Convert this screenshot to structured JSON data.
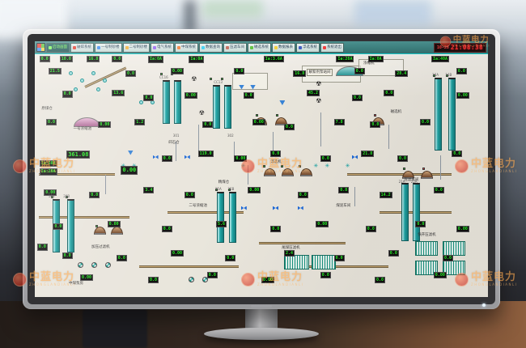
{
  "palette": {
    "readout_green": "#1ef51e",
    "toolbar_teal": "#2a6d6b",
    "clock_red": "#ff2a2a",
    "screen_bg": "#e9e6dc",
    "tank_teal": "#17a3a3",
    "watermark_orange": "#ffa84a"
  },
  "glyphs": {
    "trefoil": "☢",
    "star": "✳"
  },
  "watermark": {
    "text": "中蓝电力",
    "subtext": "ZHONGLANDIANLI",
    "positions": [
      [
        16,
        196,
        1
      ],
      [
        298,
        196,
        1
      ],
      [
        562,
        196,
        1
      ],
      [
        16,
        336,
        1
      ],
      [
        298,
        336,
        1
      ],
      [
        562,
        336,
        1
      ],
      [
        536,
        42,
        0.8
      ]
    ]
  },
  "toolbar": {
    "buttons": [
      {
        "label": "启动画面",
        "icon": "#7cfc5a",
        "active": true
      },
      {
        "label": "破碎系统",
        "icon": "#e23b2e",
        "active": false
      },
      {
        "label": "一号制砂楼",
        "icon": "#3b8ef2",
        "active": false
      },
      {
        "label": "二号制砂楼",
        "icon": "#f2b23b",
        "active": false
      },
      {
        "label": "电气系统",
        "icon": "#9a6af2",
        "active": false
      },
      {
        "label": "中煤系统",
        "icon": "#f2823b",
        "active": false
      },
      {
        "label": "数据查询",
        "icon": "#3bd0f2",
        "active": false
      },
      {
        "label": "压滤车间",
        "icon": "#c26a5a",
        "active": false
      },
      {
        "label": "磁选系统",
        "icon": "#5ac23b",
        "active": false
      },
      {
        "label": "数据报表",
        "icon": "#f2d03b",
        "active": false
      },
      {
        "label": "浮选系统",
        "icon": "#3b5ac2",
        "active": false
      },
      {
        "label": "系统退出",
        "icon": "#f23b3b",
        "active": false
      }
    ],
    "clock": {
      "date": "10-28",
      "time": "21:08:38"
    }
  },
  "scada": {
    "readouts": [
      [
        1,
        0.5,
        "0.0"
      ],
      [
        5.5,
        0.5,
        "10.0"
      ],
      [
        11.5,
        0.5,
        "16.8"
      ],
      [
        17,
        0.5,
        "0.0"
      ],
      [
        25,
        0.8,
        "Ia:0A"
      ],
      [
        34,
        0.8,
        "Ia:0A"
      ],
      [
        50.5,
        0.5,
        "Ia:3.6A"
      ],
      [
        66.5,
        0.5,
        "Ia:28A"
      ],
      [
        73.5,
        0.5,
        "Ia:0A"
      ],
      [
        87.5,
        0.5,
        "Ia:40A"
      ],
      [
        3,
        5.5,
        "21.5"
      ],
      [
        20,
        6.5,
        "0.0"
      ],
      [
        30,
        5.5,
        "0.00"
      ],
      [
        44,
        5.5,
        "0.0"
      ],
      [
        57,
        6.5,
        "16.8"
      ],
      [
        70.5,
        5.5,
        "0.0"
      ],
      [
        79.5,
        6.5,
        "28.4"
      ],
      [
        93,
        5.5,
        "0.0"
      ],
      [
        6,
        15,
        "0.0"
      ],
      [
        17,
        14.5,
        "13.6"
      ],
      [
        24,
        16.5,
        "0.0"
      ],
      [
        33,
        15.5,
        "0.00"
      ],
      [
        46,
        15.5,
        "0.0"
      ],
      [
        60,
        14.5,
        "45.2"
      ],
      [
        70,
        16.5,
        "0.0"
      ],
      [
        77,
        14.5,
        "0.0"
      ],
      [
        93,
        15.5,
        "0.00"
      ],
      [
        2.5,
        26.5,
        "0.0"
      ],
      [
        14,
        27.5,
        "0.00"
      ],
      [
        22,
        26.5,
        "1.2"
      ],
      [
        37,
        27.5,
        "0.0"
      ],
      [
        48,
        26.5,
        "0.00"
      ],
      [
        55,
        28.5,
        "0.0"
      ],
      [
        66,
        26.5,
        "7.8"
      ],
      [
        74,
        27.5,
        "0.0"
      ],
      [
        85,
        26.5,
        "0.0"
      ],
      [
        1,
        43.5,
        "Ia:38A"
      ],
      [
        1,
        47,
        "Ia:20A"
      ],
      [
        28,
        41.5,
        "0.0"
      ],
      [
        36,
        39.5,
        "119.0"
      ],
      [
        44,
        41.5,
        "0.00"
      ],
      [
        52,
        39.5,
        "0.0"
      ],
      [
        63,
        41.5,
        "0.0"
      ],
      [
        72,
        39.5,
        "21.8"
      ],
      [
        80,
        41.5,
        "0.0"
      ],
      [
        92,
        39.5,
        "0.0"
      ],
      [
        2,
        55.5,
        "0.00"
      ],
      [
        12,
        56.5,
        "0.0"
      ],
      [
        24,
        54.5,
        "3.4"
      ],
      [
        33,
        56.5,
        "0.0"
      ],
      [
        47,
        54.5,
        "0.00"
      ],
      [
        58,
        56.5,
        "0.0"
      ],
      [
        67,
        54.5,
        "0.0"
      ],
      [
        76,
        56.5,
        "14.2"
      ],
      [
        88,
        54.5,
        "0.0"
      ],
      [
        4,
        69.5,
        "0.0"
      ],
      [
        16,
        68.5,
        "0.00"
      ],
      [
        28,
        70.5,
        "0.0"
      ],
      [
        40,
        68.5,
        "5.6"
      ],
      [
        52,
        70.5,
        "0.0"
      ],
      [
        62,
        68.5,
        "0.00"
      ],
      [
        73,
        70.5,
        "0.0"
      ],
      [
        84,
        68.5,
        "0.0"
      ],
      [
        93,
        70.5,
        "0.00"
      ],
      [
        0.5,
        78,
        "0.0"
      ],
      [
        6,
        81.5,
        "0.0"
      ],
      [
        18,
        82.5,
        "0.0"
      ],
      [
        30,
        80.5,
        "0.00"
      ],
      [
        42,
        82.5,
        "0.0"
      ],
      [
        55,
        80.5,
        "2.4"
      ],
      [
        66,
        82.5,
        "0.0"
      ],
      [
        78,
        80.5,
        "0.0"
      ],
      [
        90,
        82.5,
        "0.0"
      ],
      [
        10,
        90.5,
        "0.00"
      ],
      [
        25,
        91.5,
        "0.0"
      ],
      [
        38,
        89.5,
        "0.0"
      ],
      [
        50,
        91.5,
        "0.00"
      ],
      [
        63,
        89.5,
        "0.0"
      ],
      [
        75,
        91.5,
        "0.0"
      ],
      [
        88,
        89.5,
        "0.00"
      ]
    ],
    "readouts_lg": [
      [
        7,
        39.5,
        "361.08"
      ],
      [
        19,
        46,
        "0.00"
      ]
    ],
    "labels": [
      [
        60,
        6,
        "解絮剂泵站间",
        1
      ],
      [
        72.5,
        3,
        "浓缩机",
        0
      ],
      [
        8.5,
        30,
        "一号浓缩池",
        0
      ],
      [
        52,
        43.5,
        "浮选机",
        0
      ],
      [
        78.5,
        23,
        "磁选机",
        0
      ],
      [
        81.5,
        51,
        "压滤车间",
        0
      ],
      [
        12.5,
        78.5,
        "加压过滤机",
        0
      ],
      [
        84.5,
        73.5,
        "快开压滤机",
        0
      ],
      [
        54.5,
        79,
        "尾煤压滤机",
        0
      ],
      [
        7.5,
        93.5,
        "中煤泵房",
        0
      ],
      [
        40.5,
        52,
        "精煤仓",
        0
      ],
      [
        29.5,
        35.5,
        "矸石仓",
        0
      ],
      [
        1.5,
        21.5,
        "原煤仓",
        0
      ],
      [
        34,
        61.5,
        "二号浓缩池",
        0
      ],
      [
        66.5,
        61.5,
        "煤泥车间",
        0
      ]
    ],
    "codes": [
      [
        27.5,
        8.5,
        "CC16"
      ],
      [
        39.5,
        10.5,
        "CC13"
      ],
      [
        30.5,
        32.5,
        "301"
      ],
      [
        42.5,
        32.5,
        "302"
      ],
      [
        3,
        57.5,
        "10A"
      ],
      [
        6.3,
        57.5,
        "20B"
      ],
      [
        87.7,
        7.5,
        "16A"
      ],
      [
        90.6,
        7.5,
        "16B"
      ],
      [
        80.3,
        51.5,
        "21A"
      ],
      [
        83,
        51.5,
        "22A"
      ],
      [
        39.8,
        54.5,
        "25A"
      ],
      [
        42.6,
        54.5,
        "25B"
      ]
    ],
    "tanks": [
      [
        28.3,
        10.5,
        18
      ],
      [
        30.7,
        10.5,
        18
      ],
      [
        39.2,
        12.5,
        18
      ],
      [
        41.7,
        12.5,
        18
      ],
      [
        88.3,
        9.5,
        30
      ],
      [
        91.2,
        9.5,
        30
      ],
      [
        80.9,
        53,
        24
      ],
      [
        83.4,
        53,
        24
      ],
      [
        3.9,
        59.5,
        22
      ],
      [
        7.1,
        59.5,
        22
      ],
      [
        40.1,
        56.5,
        21
      ],
      [
        42.9,
        56.5,
        21
      ]
    ],
    "arches": [
      [
        48.5,
        26
      ],
      [
        53,
        26
      ],
      [
        74.5,
        26
      ],
      [
        50.5,
        47
      ],
      [
        54.5,
        47
      ],
      [
        58.5,
        47
      ],
      [
        81,
        48
      ],
      [
        85.2,
        48
      ],
      [
        13,
        71
      ],
      [
        16.8,
        71
      ]
    ],
    "trefoils": [
      [
        34.5,
        9
      ],
      [
        34.5,
        16
      ],
      [
        36.2,
        23
      ],
      [
        62,
        11
      ],
      [
        62,
        18
      ]
    ],
    "stars": [
      [
        19,
        45
      ],
      [
        21.4,
        45
      ],
      [
        45.5,
        45
      ],
      [
        61.5,
        45
      ],
      [
        64,
        45
      ],
      [
        68.5,
        45
      ]
    ],
    "valves": [
      [
        33,
        41.5
      ],
      [
        45.5,
        62.5
      ],
      [
        52.5,
        62.5
      ],
      [
        58,
        62.5
      ],
      [
        70,
        41.5
      ],
      [
        26,
        41.5
      ]
    ],
    "belts": [
      [
        0.9,
        49,
        16.8,
        0
      ],
      [
        0.9,
        66.5,
        20,
        0
      ],
      [
        29.2,
        64.8,
        16.8,
        0
      ],
      [
        68.9,
        49,
        23,
        0
      ],
      [
        76,
        64.8,
        16,
        0
      ],
      [
        49.5,
        77.4,
        19,
        0
      ],
      [
        23,
        87,
        22,
        0
      ],
      [
        11,
        13,
        10,
        -25
      ],
      [
        60,
        87,
        18,
        0
      ]
    ],
    "filters": [
      [
        84,
        77,
        5,
        6
      ],
      [
        90,
        77,
        5,
        6
      ],
      [
        84,
        85,
        5,
        6
      ],
      [
        90,
        85,
        5,
        6
      ],
      [
        55,
        82.5,
        5.5,
        6
      ],
      [
        61,
        82.5,
        5.5,
        6
      ]
    ],
    "pumps": [
      [
        9.5,
        85.5
      ],
      [
        12.5,
        85.5
      ],
      [
        15.5,
        85.5
      ],
      [
        34,
        91.5
      ],
      [
        37,
        91.5
      ]
    ],
    "domes": [
      [
        8.5,
        26,
        6,
        4,
        "linear-gradient(180deg,#e8b8d8,#a8608f)"
      ],
      [
        66.5,
        5,
        6,
        4,
        "linear-gradient(180deg,#9adcdc,#259595)"
      ]
    ],
    "funnels": [
      [
        45,
        12.5
      ],
      [
        47.5,
        12.5
      ],
      [
        54,
        19
      ],
      [
        20.5,
        39.5
      ]
    ],
    "circles": [
      [
        7.5,
        7
      ],
      [
        10,
        10
      ],
      [
        12.5,
        7
      ],
      [
        15,
        10
      ],
      [
        8.5,
        13.5
      ],
      [
        13.5,
        13.5
      ],
      [
        23,
        19
      ],
      [
        25.5,
        19
      ]
    ],
    "vlines": [
      [
        36,
        29,
        12
      ],
      [
        52.5,
        32,
        10
      ],
      [
        63,
        24,
        14
      ],
      [
        78,
        29,
        10
      ],
      [
        15.5,
        49.5,
        8
      ],
      [
        47,
        45.5,
        8
      ],
      [
        70.5,
        54.5,
        8
      ],
      [
        89.5,
        41.5,
        10
      ],
      [
        31,
        36,
        8
      ],
      [
        44,
        36,
        8
      ]
    ],
    "leds": [
      [
        27.6,
        7.5,
        "#22dd22"
      ],
      [
        30,
        7.5,
        "#22dd22"
      ],
      [
        38.5,
        9.5,
        "#22dd22"
      ],
      [
        41,
        9.5,
        "#22dd22"
      ],
      [
        48.8,
        24.5,
        "#22dd22"
      ],
      [
        53.3,
        24.5,
        "#22dd22"
      ],
      [
        74.8,
        24.5,
        "#ff4040"
      ],
      [
        50.3,
        45.8,
        "#22dd22"
      ],
      [
        54.3,
        45.8,
        "#22dd22"
      ],
      [
        58.3,
        45.8,
        "#22dd22"
      ],
      [
        81.3,
        46.8,
        "#22dd22"
      ],
      [
        85.5,
        46.8,
        "#ff4040"
      ],
      [
        3.5,
        58.3,
        "#22dd22"
      ],
      [
        6.8,
        58.3,
        "#22dd22"
      ],
      [
        39.9,
        55.3,
        "#22dd22"
      ],
      [
        42.7,
        55.3,
        "#22dd22"
      ],
      [
        87.9,
        8.3,
        "#22dd22"
      ],
      [
        90.8,
        8.3,
        "#22dd22"
      ],
      [
        13.4,
        70.3,
        "#22dd22"
      ],
      [
        17.1,
        70.3,
        "#22dd22"
      ]
    ],
    "boxes": [
      [
        59,
        4.5,
        13,
        7
      ],
      [
        43.5,
        7.5,
        8,
        7
      ],
      [
        71.5,
        2,
        10,
        7
      ]
    ]
  }
}
